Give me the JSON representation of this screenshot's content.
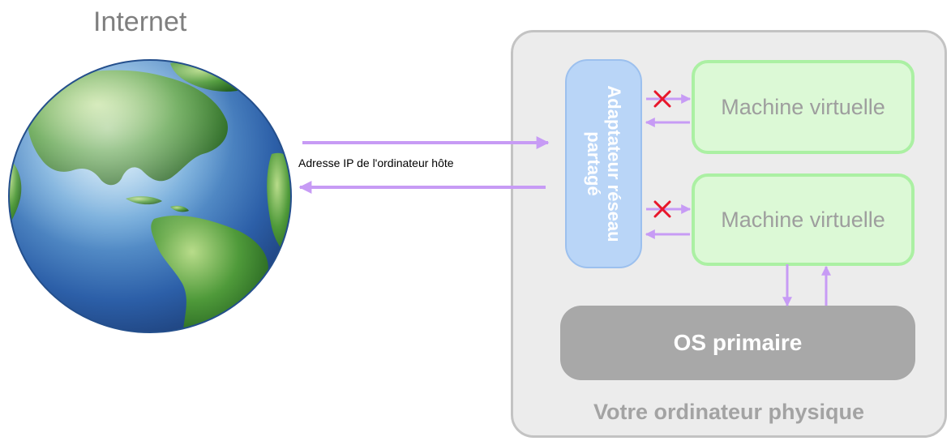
{
  "internet": {
    "title": "Internet",
    "icon": "globe-icon"
  },
  "connection": {
    "label": "Adresse IP de l'ordinateur hôte"
  },
  "computer": {
    "label": "Votre ordinateur physique",
    "adapter_label": "Adaptateur réseau partagé",
    "virtual_machines": [
      {
        "label": "Machine virtuelle"
      },
      {
        "label": "Machine virtuelle"
      }
    ],
    "primary_os_label": "OS primaire"
  },
  "colors": {
    "arrow": "#c79bf5",
    "blocked": "#e8172b",
    "adapter_fill": "#b9d5f7",
    "vm_fill": "#dcf9d6",
    "vm_border": "#abf0a3",
    "os_fill": "#a8a8a8",
    "frame_fill": "#ececec",
    "frame_border": "#c3c3c3"
  }
}
